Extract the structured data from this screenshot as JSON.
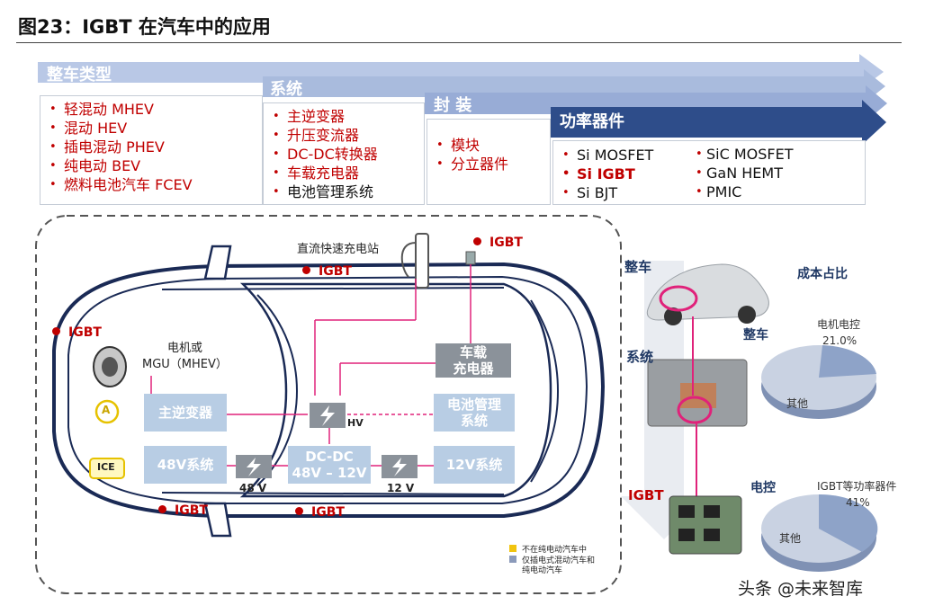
{
  "title": "图23：IGBT 在汽车中的应用",
  "categories": [
    {
      "header": "整车类型",
      "items": [
        "轻混动 MHEV",
        "混动 HEV",
        "插电混动 PHEV",
        "纯电动 BEV",
        "燃料电池汽车 FCEV"
      ]
    },
    {
      "header": "系统",
      "items": [
        "主逆变器",
        "升压变流器",
        "DC-DC转换器",
        "车载充电器",
        "电池管理系统"
      ]
    },
    {
      "header": "封 装",
      "items": [
        "模块",
        "分立器件"
      ]
    },
    {
      "header": "功率器件",
      "col1": [
        "Si MOSFET",
        "Si IGBT",
        "Si BJT"
      ],
      "col2": [
        "SiC MOSFET",
        "GaN HEMT",
        "PMIC"
      ]
    }
  ],
  "diagram": {
    "motor_label": "电机或",
    "motor_label2": "MGU（MHEV）",
    "charger_station": "直流快速充电站",
    "igbt": "IGBT",
    "main_inverter": "主逆变器",
    "onboard_charger": "车载\n充电器",
    "bms": "电池管理\n系统",
    "v48_system": "48V系统",
    "v12_system": "12V系统",
    "dcdc": "DC-DC\n48V – 12V",
    "hv": "HV",
    "batt_48": "48 V",
    "batt_12": "12 V",
    "ice": "ICE",
    "alt": "A",
    "legend1": "不在纯电动汽车中",
    "legend2": "仅插电式混动汽车和",
    "legend3": "纯电动汽车"
  },
  "right": {
    "vehicle": "整车",
    "system": "系统",
    "igbt": "IGBT",
    "cost_share": "成本占比",
    "pie1_title": "整车",
    "pie1_slice_label": "电机电控",
    "pie1_value": "21.0%",
    "pie1_other": "其他",
    "pie2_title": "电控",
    "pie2_slice_label": "IGBT等功率器件",
    "pie2_value": "41%",
    "pie2_other": "其他",
    "watermark": "头条 @未来智库"
  },
  "colors": {
    "arrow": "#a9bbdd",
    "arrow_dark": "#2e4d8a",
    "block": "#b8cde4",
    "accent": "#c00000",
    "pink": "#e0227a"
  }
}
